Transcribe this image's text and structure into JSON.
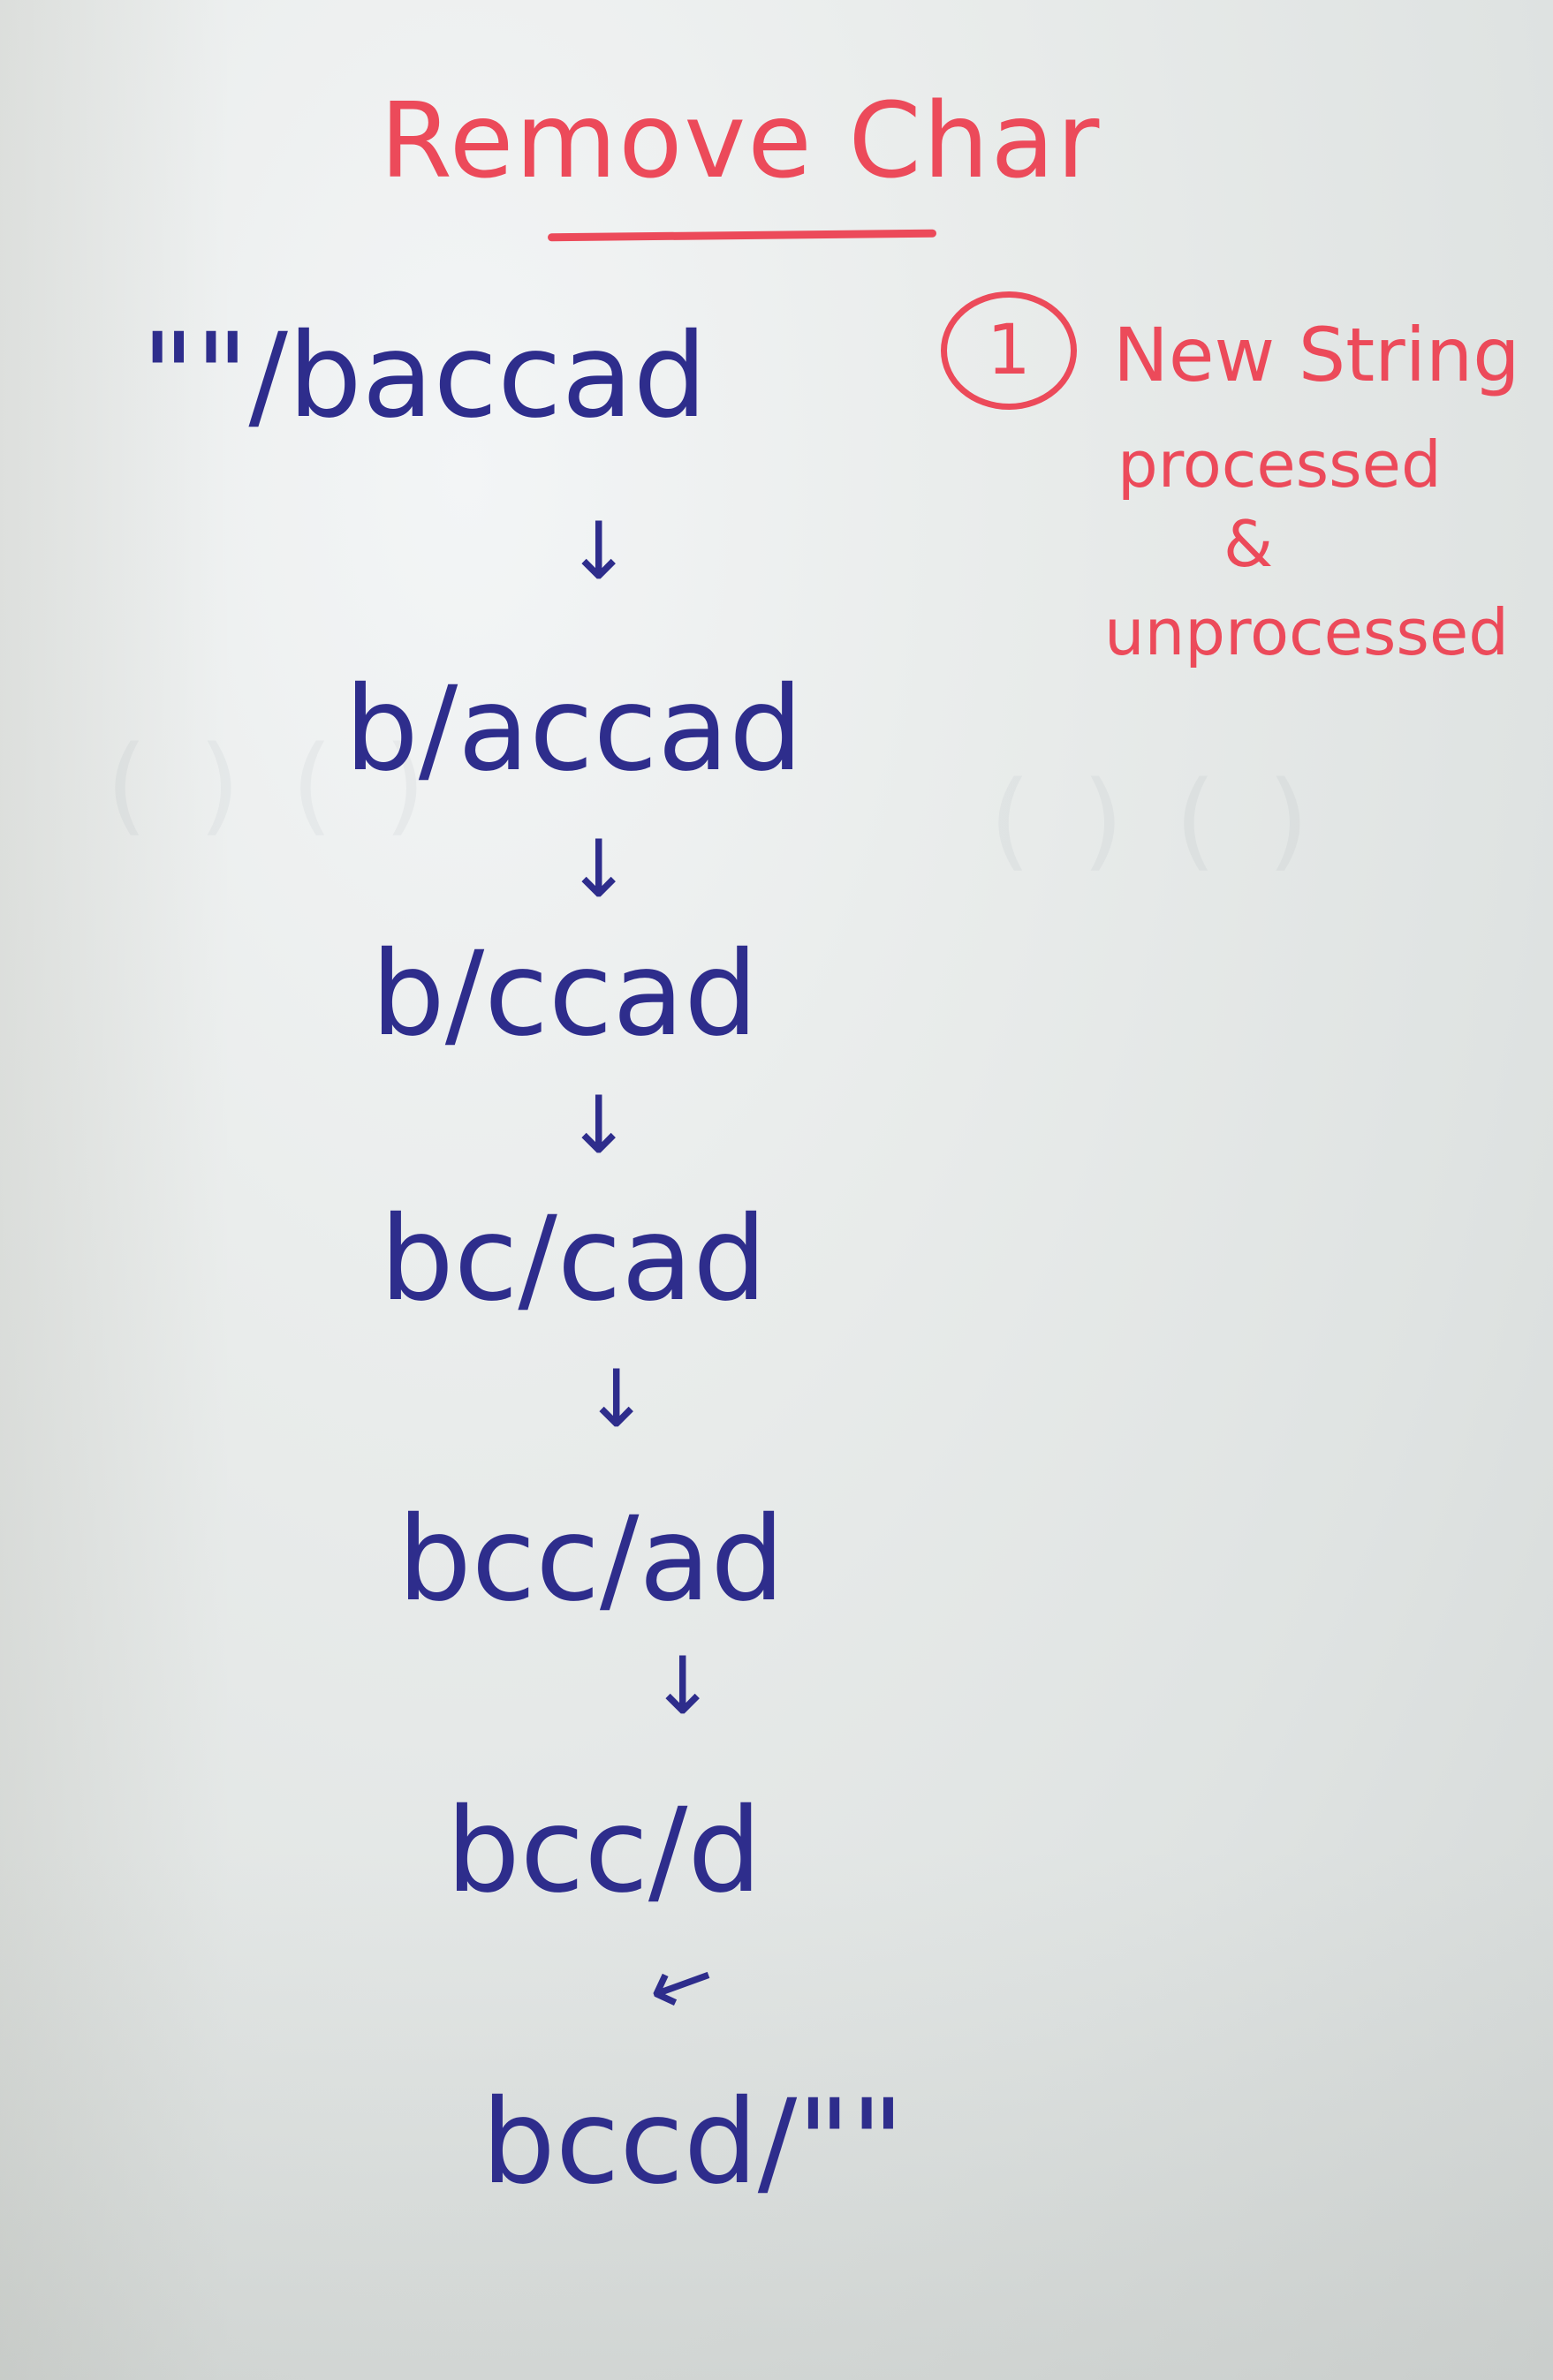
{
  "title": "Remove Char",
  "steps": [
    "\"\"/baccad",
    "b/accad",
    "b/ccad",
    "bc/cad",
    "bcc/ad",
    "bcc/d",
    "bccd/\"\""
  ],
  "arrow_glyphs": [
    "↓",
    "↓",
    "↓",
    "↓",
    "↓",
    "↙"
  ],
  "note": {
    "number": "1",
    "line1": "New String",
    "line2": "processed",
    "line3": "&",
    "line4": "unprocessed"
  },
  "colors": {
    "ink_blue": "#2e2d8c",
    "ink_red": "#ec4a5a",
    "board": "#e6e9e8"
  }
}
